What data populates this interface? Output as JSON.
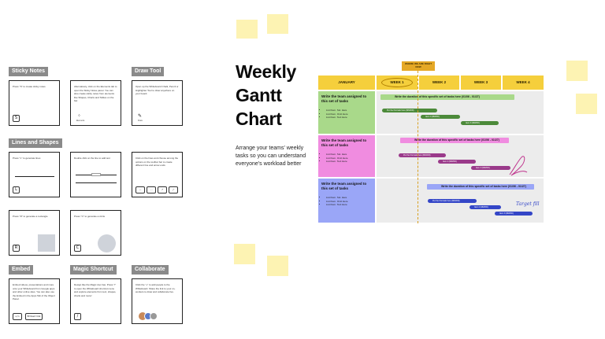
{
  "sections": {
    "sticky_notes": "Sticky Notes",
    "draw_tool": "Draw Tool",
    "lines_shapes": "Lines and Shapes",
    "embed": "Embed",
    "magic_shortcut": "Magic Shortcut",
    "collaborate": "Collaborate"
  },
  "cards": {
    "sticky": {
      "text": "Press \"S\" to create sticky notes",
      "key": "S"
    },
    "sticky_alt": {
      "text": "Alternatively, click on the Elements tab to open the Sticky Notes panel. You can also create sticky notes from elements like Shapes, Charts and Tables on the bar.",
      "caption": "Elements"
    },
    "draw": {
      "text": "Open up the Whiteboard Chalk, Pencil or Highlighter Tool to draw anywhere on your board.",
      "caption": "Draw"
    },
    "line": {
      "text": "Press \"L\" to generate lines",
      "key": "L"
    },
    "line_alt": {
      "text": "Double click on the line to add text"
    },
    "line_ends": {
      "text": "Click on the lines and choose among the options on the toolbar bar to create different line and arrow ends"
    },
    "rect": {
      "text": "Press \"R\" to generate a rectangle",
      "key": "R"
    },
    "circle": {
      "text": "Press \"C\" to generate a circle",
      "key": "C"
    },
    "embed": {
      "text": "Embed videos, presentations and more onto your Whiteboard from Google apps and other online sites. You can also use the Embed in the Apps Tab of the Object Panel.",
      "key": "</>",
      "btn": "Embed link"
    },
    "magic": {
      "text": "Design like the Magic duo has. Press \"/\" to open the Whiteboard shortcut menu and explore elements from text, shapes, charts and more!",
      "key": "/"
    },
    "collab": {
      "text": "Click the \"+\" to add people to the Whiteboard. Share the link to your co-workers to draw and collaborate live."
    }
  },
  "title_lines": [
    "Weekly",
    "Gantt",
    "Chart"
  ],
  "description": "Arrange your teams' weekly tasks so you can understand everyone's workload better",
  "gantt": {
    "today_label": "WHERE WE ARE RIGHT NOW",
    "headers": [
      "JANUARY",
      "WEEK 1",
      "WEEK 2",
      "WEEK 3",
      "WEEK 4"
    ],
    "lanes": [
      {
        "title": "Write the team assigned to this set of tasks",
        "items": [
          "List them. Sol. Here",
          "List them. Omit Here",
          "List them. Text Here"
        ],
        "duration": "Write the duration of this specific set of tasks here (01/06 - 01/27)",
        "tasks": [
          "Put the first task here (MM/DD)",
          "Item 2 (MM/DD)",
          "Item 3 (MM/DD)"
        ],
        "color": "#a9d98a",
        "bar_color": "#4c8a3a"
      },
      {
        "title": "Write the team assigned to this set of tasks",
        "items": [
          "List them. Sol. Here",
          "List them. Omit Here",
          "List them. Text Here"
        ],
        "duration": "Write the duration of this specific set of tasks here (01/06 - 01/27)",
        "tasks": [
          "Put the first task here (MM/DD)",
          "Item 2 (MM/DD)",
          "Item 3 (MM/DD)"
        ],
        "color": "#f08ce0",
        "bar_color": "#9a3a8a"
      },
      {
        "title": "Write the team assigned to this set of tasks",
        "items": [
          "List them. Sol. Here",
          "List them. Omit Here",
          "List them. Text Here"
        ],
        "duration": "Write the duration of this specific set of tasks here (01/06 - 01/27)",
        "tasks": [
          "Put the first task here (MM/DD)",
          "Item 2 (MM/DD)",
          "Item 3 (MM/DD)"
        ],
        "color": "#9aa6f7",
        "bar_color": "#3446c7"
      }
    ],
    "signature": "Target fill"
  }
}
